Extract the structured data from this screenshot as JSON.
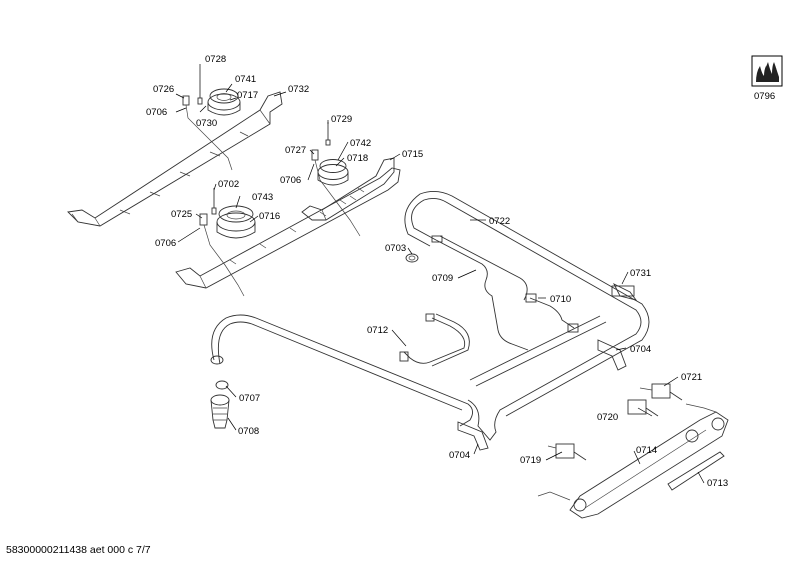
{
  "labels": {
    "l0728": "0728",
    "l0741": "0741",
    "l0732": "0732",
    "l0726": "0726",
    "l0717": "0717",
    "l0706a": "0706",
    "l0730": "0730",
    "l0729": "0729",
    "l0727": "0727",
    "l0742": "0742",
    "l0715": "0715",
    "l0718": "0718",
    "l0706b": "0706",
    "l0702": "0702",
    "l0743": "0743",
    "l0725": "0725",
    "l0716": "0716",
    "l0706c": "0706",
    "l0722": "0722",
    "l0703": "0703",
    "l0709": "0709",
    "l0731": "0731",
    "l0710": "0710",
    "l0712": "0712",
    "l0704a": "0704",
    "l0707": "0707",
    "l0708": "0708",
    "l0721": "0721",
    "l0720": "0720",
    "l0704b": "0704",
    "l0719": "0719",
    "l0714": "0714",
    "l0713": "0713",
    "l0796": "0796"
  },
  "footer": "58300000211438 aet 000 c 7/7",
  "colors": {
    "line": "#333333",
    "flame_fill": "#222222"
  }
}
